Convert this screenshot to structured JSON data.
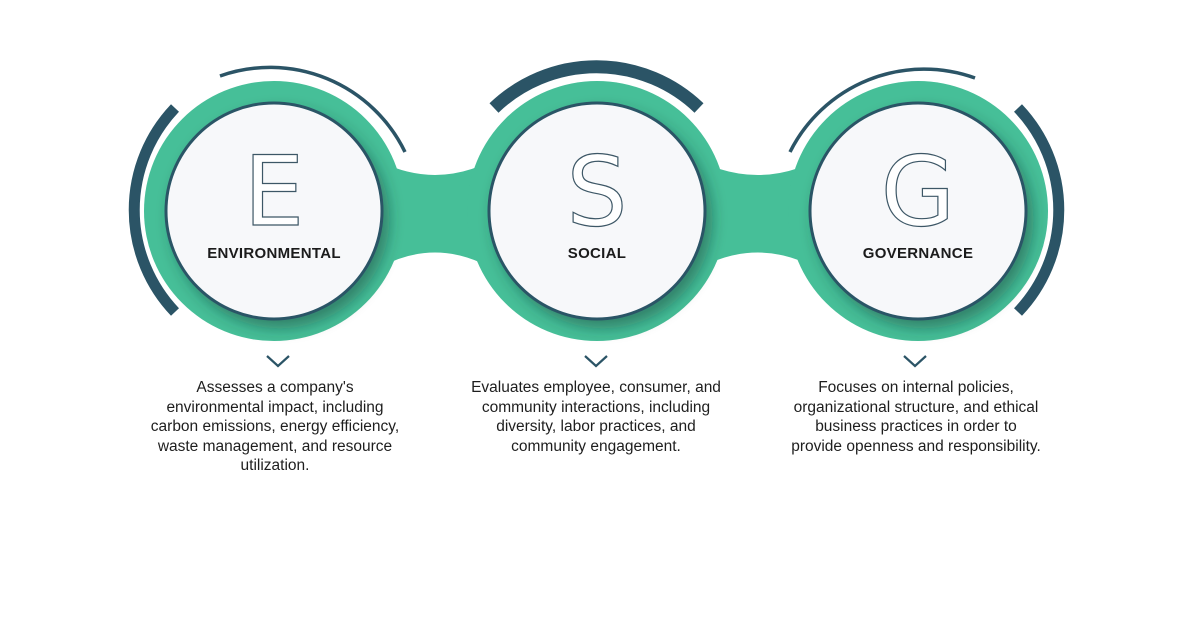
{
  "colors": {
    "green": "#46bf98",
    "dark": "#2b5466",
    "circle_fill": "#f7f8fa",
    "text": "#1e1e1e"
  },
  "pillars": [
    {
      "letter": "E",
      "title": "ENVIRONMENTAL",
      "icon": "chevron-down-icon",
      "description": "Assesses a company's environmental impact, including carbon emissions, energy efficiency, waste management, and resource utilization."
    },
    {
      "letter": "S",
      "title": "SOCIAL",
      "icon": "chevron-down-icon",
      "description": "Evaluates employee, consumer, and community interactions, including diversity, labor practices, and community engagement."
    },
    {
      "letter": "G",
      "title": "GOVERNANCE",
      "icon": "chevron-down-icon",
      "description": "Focuses on internal policies, organizational structure, and ethical business practices in order to provide openness and responsibility."
    }
  ]
}
